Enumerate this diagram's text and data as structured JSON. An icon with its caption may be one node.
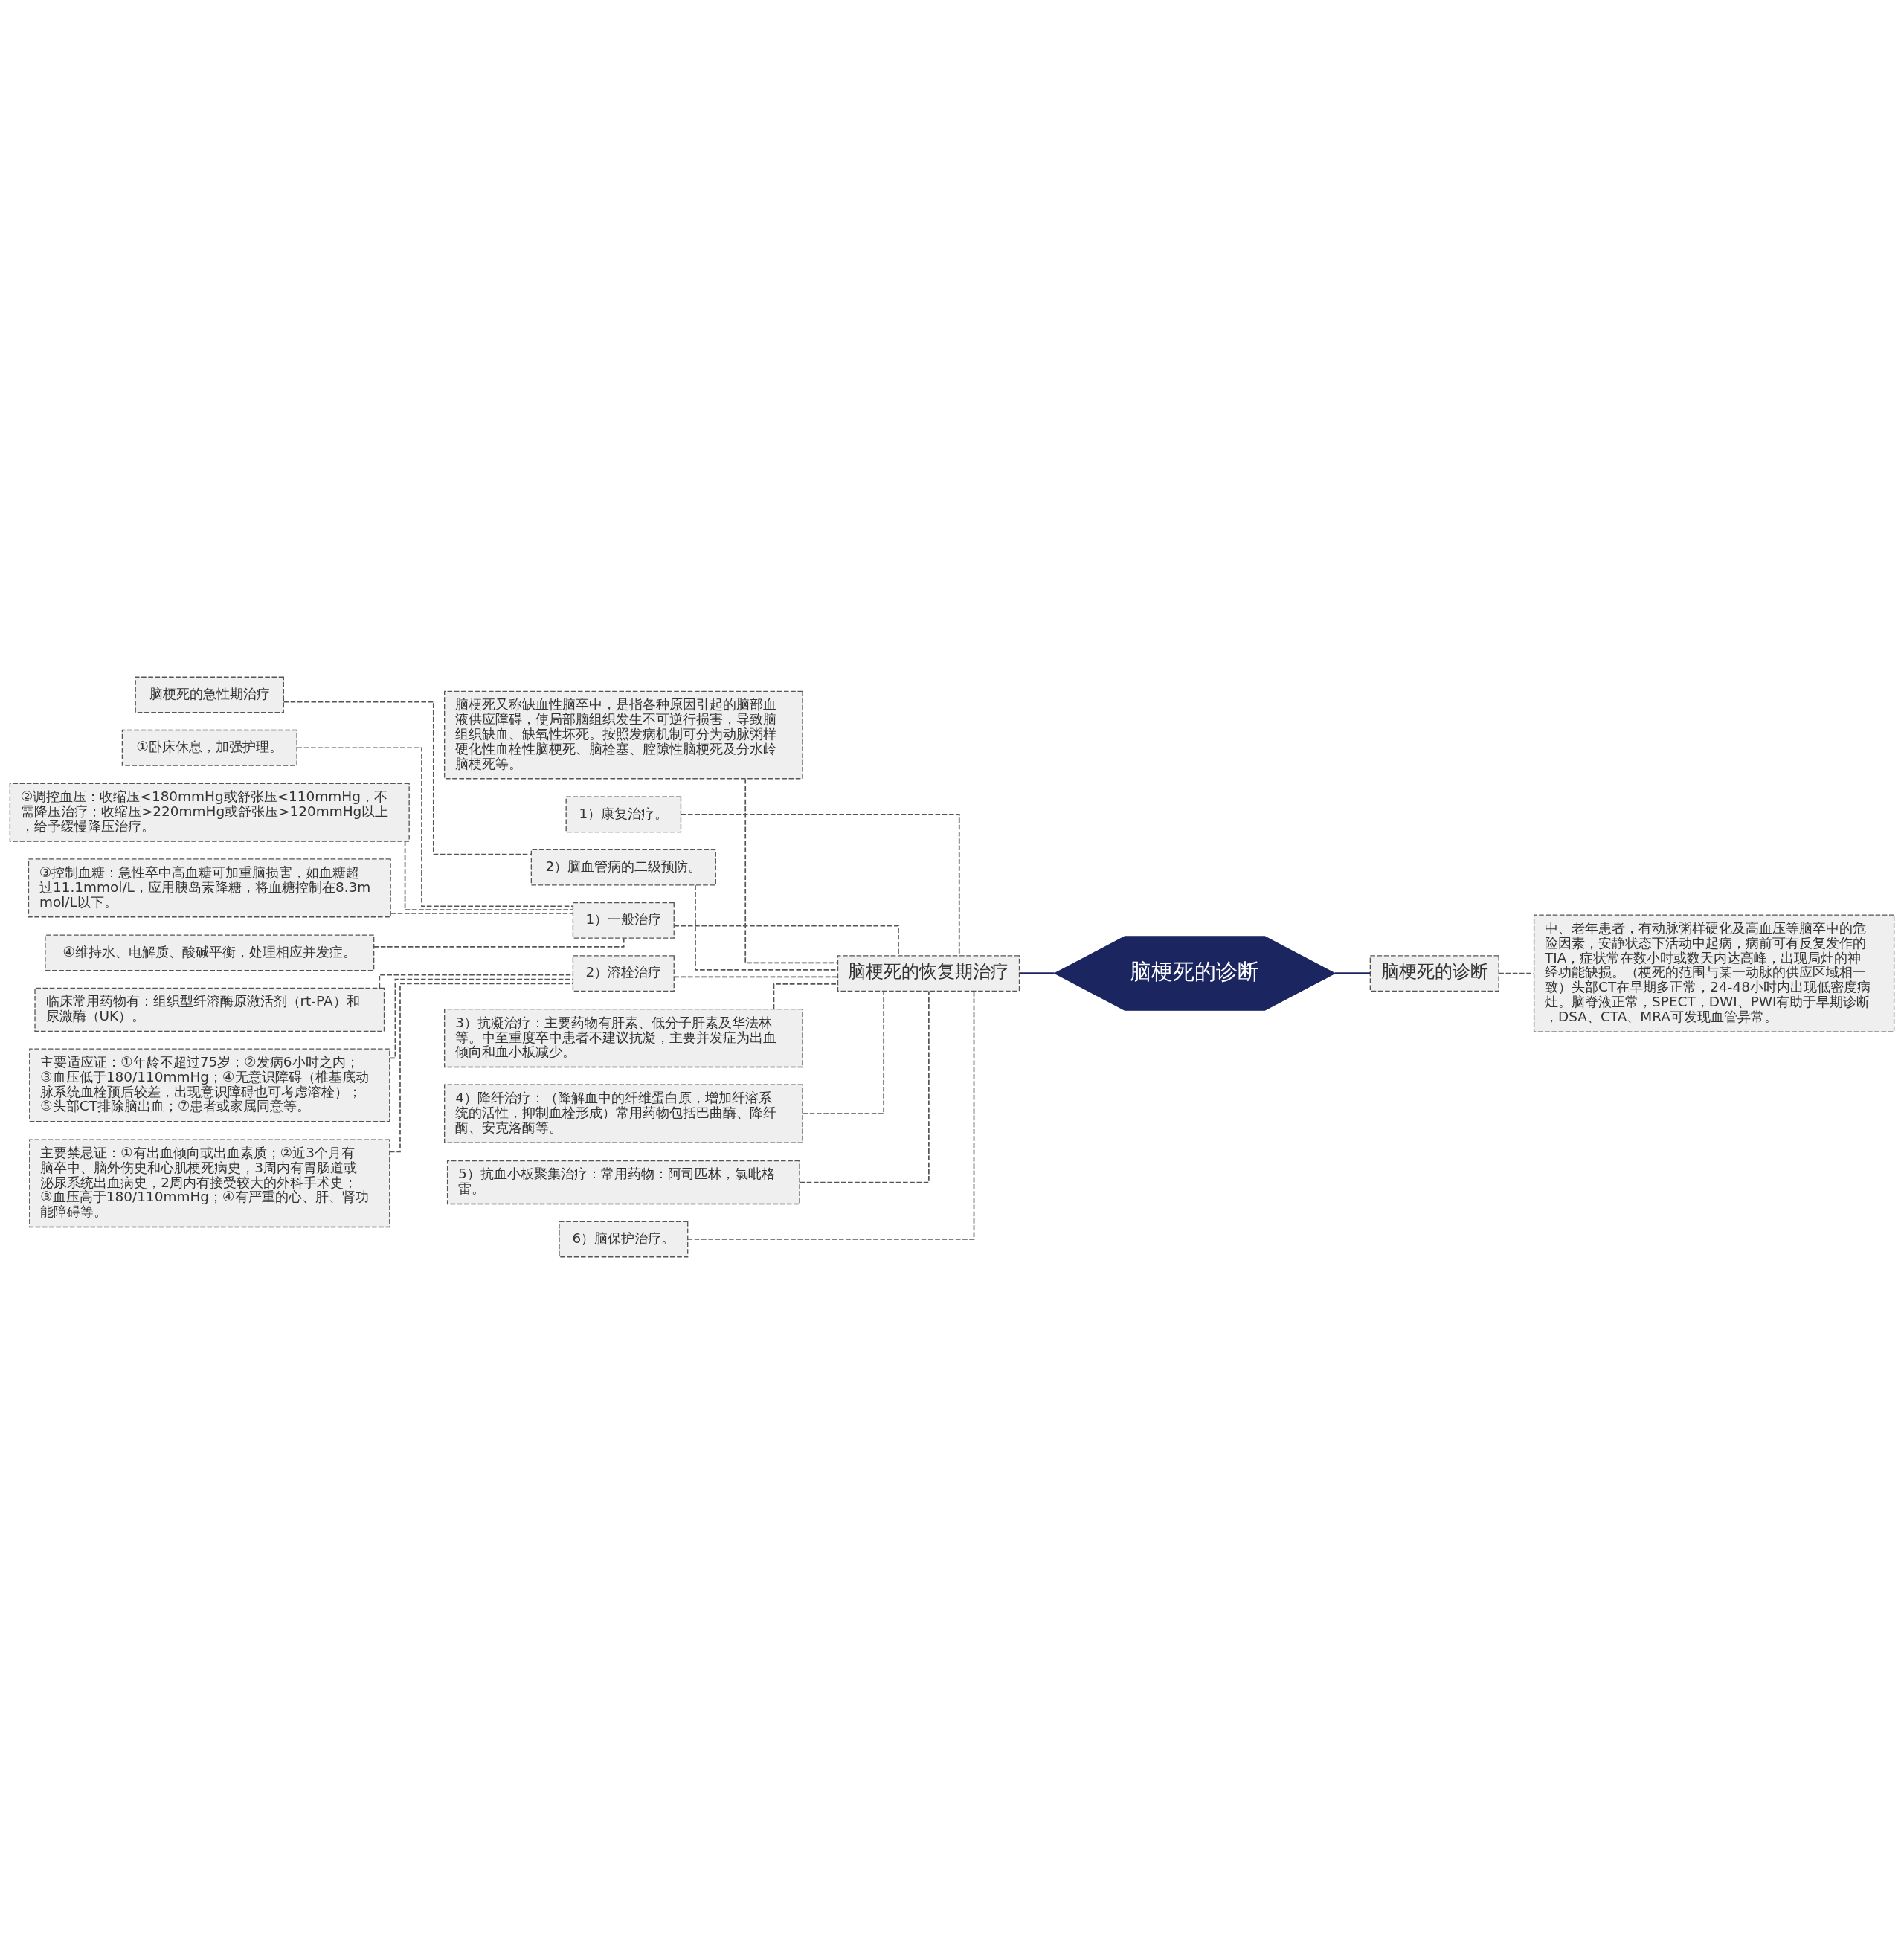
{
  "diagram": {
    "nodes": [
      {
        "text": [
          "脑梗死的诊断"
        ]
      },
      {
        "text": [
          "脑梗死的恢复期治疗"
        ]
      },
      {
        "text": [
          "脑梗死的诊断"
        ]
      },
      {
        "text": [
          "中、老年患者，有动脉粥样硬化及高血压等脑卒中的危险因素，安静状态下活动中起病，病前可有反复发作的TIA，症状常在数小时或数天内达高峰，出现局灶的神经功能缺损。（梗死的范围与某一动脉的供应区域相一致）头部CT在早期多正常，24-48小时内出现低密度病灶。脑脊液正常，SPECT，DWI、PWI有助于早期诊断，DSA、CTA、MRA可发现血管异常。"
        ]
      },
      {
        "text": [
          "脑梗死又称缺血性脑卒中，是指各种原因引起的脑部血液供应障碍，使局部脑组织发生不可逆行损害，导致脑组织缺血、缺氧性坏死。按照发病机制可分为动脉粥样硬化性血栓性脑梗死、脑栓塞、腔隙性脑梗死及分水岭脑梗死等。"
        ]
      },
      {
        "text": [
          "1）康复治疗。"
        ]
      },
      {
        "text": [
          "2）脑血管病的二级预防。"
        ]
      },
      {
        "text": [
          "脑梗死的急性期治疗"
        ]
      },
      {
        "text": [
          "1）一般治疗"
        ]
      },
      {
        "text": [
          "①卧床休息，加强护理。"
        ]
      },
      {
        "text": [
          "②调控血压：收缩压<180mmHg或舒张压<110mmHg，不需降压治疗；收缩压>220mmHg或舒张压>120mmHg以上，给予缓慢降压治疗。"
        ]
      },
      {
        "text": [
          "③控制血糖：急性卒中高血糖可加重脑损害，如血糖超过11.1mmol/L，应用胰岛素降糖，将血糖控制在8.3mmol/L以下。"
        ]
      },
      {
        "text": [
          "④维持水、电解质、酸碱平衡，处理相应并发症。"
        ]
      },
      {
        "text": [
          "2）溶栓治疗"
        ]
      },
      {
        "text": [
          "临床常用药物有：组织型纤溶酶原激活剂（rt-PA）和尿激酶（UK）。"
        ]
      },
      {
        "text": [
          "主要适应证：①年龄不超过75岁；②发病6小时之内；③血压低于180/110mmHg；④无意识障碍（椎基底动脉系统血栓预后较差，出现意识障碍也可考虑溶栓）；⑤头部CT排除脑出血；⑦患者或家属同意等。"
        ]
      },
      {
        "text": [
          "主要禁忌证：①有出血倾向或出血素质；②近3个月有脑卒中、脑外伤史和心肌梗死病史，3周内有胃肠道或泌尿系统出血病史，2周内有接受较大的外科手术史；③血压高于180/110mmHg；④有严重的心、肝、肾功能障碍等。"
        ]
      },
      {
        "text": [
          "3）抗凝治疗：主要药物有肝素、低分子肝素及华法林等。中至重度卒中患者不建议抗凝，主要并发症为出血倾向和血小板减少。"
        ]
      },
      {
        "text": [
          "4）降纤治疗：（降解血中的纤维蛋白原，增加纤溶系统的活性，抑制血栓形成）常用药物包括巴曲酶、降纤酶、安克洛酶等。"
        ]
      },
      {
        "text": [
          "5）抗血小板聚集治疗：常用药物：阿司匹林，氯吡格雷。"
        ]
      },
      {
        "text": [
          "6）脑保护治疗。"
        ]
      }
    ],
    "edges": [
      {
        "from": 0,
        "to": 1,
        "arrow": "none",
        "color": "#1b2560"
      },
      {
        "from": 0,
        "to": 2,
        "arrow": "none",
        "color": "#1b2560"
      },
      {
        "from": 2,
        "to": 3,
        "arrow": "none",
        "style": "dashed"
      },
      {
        "from": 1,
        "to": 4,
        "arrow": "none",
        "style": "dashed"
      },
      {
        "from": 1,
        "to": 5,
        "arrow": "none",
        "style": "dashed"
      },
      {
        "from": 1,
        "to": 6,
        "arrow": "none",
        "style": "dashed"
      },
      {
        "from": 6,
        "to": 7,
        "arrow": "none",
        "style": "dashed"
      },
      {
        "from": 1,
        "to": 8,
        "arrow": "none",
        "style": "dashed"
      },
      {
        "from": 8,
        "to": 9,
        "arrow": "none",
        "style": "dashed"
      },
      {
        "from": 8,
        "to": 10,
        "arrow": "none",
        "style": "dashed"
      },
      {
        "from": 8,
        "to": 11,
        "arrow": "none",
        "style": "dashed"
      },
      {
        "from": 8,
        "to": 12,
        "arrow": "none",
        "style": "dashed"
      },
      {
        "from": 1,
        "to": 13,
        "arrow": "none",
        "style": "dashed"
      },
      {
        "from": 13,
        "to": 14,
        "arrow": "none",
        "style": "dashed"
      },
      {
        "from": 13,
        "to": 15,
        "arrow": "none",
        "style": "dashed"
      },
      {
        "from": 13,
        "to": 16,
        "arrow": "none",
        "style": "dashed"
      },
      {
        "from": 1,
        "to": 17,
        "arrow": "none",
        "style": "dashed"
      },
      {
        "from": 1,
        "to": 18,
        "arrow": "none",
        "style": "dashed"
      },
      {
        "from": 1,
        "to": 19,
        "arrow": "none",
        "style": "dashed"
      },
      {
        "from": 1,
        "to": 20,
        "arrow": "none",
        "style": "dashed"
      }
    ]
  }
}
